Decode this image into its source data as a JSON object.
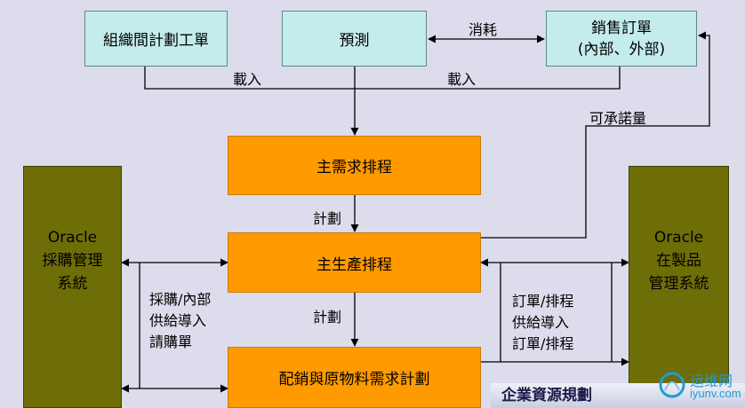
{
  "nodes": {
    "org_work_order": "組織間計劃工單",
    "forecast": "預測",
    "sales_order_line1": "銷售訂單",
    "sales_order_line2": "(內部、外部)",
    "mps": "主需求排程",
    "mpp": "主生產排程",
    "mrp": "配銷與原物料需求計劃",
    "purchasing_lines": [
      "Oracle",
      "採購管理",
      "系統"
    ],
    "wip_lines": [
      "Oracle",
      "在製品",
      "管理系統"
    ]
  },
  "labels": {
    "consume": "消耗",
    "load_left": "載入",
    "load_right": "載入",
    "atp": "可承諾量",
    "plan_1": "計劃",
    "plan_2": "計劃",
    "left_lines": [
      "採購/內部",
      "供給導入",
      "請購單"
    ],
    "right_lines": [
      "訂單/排程",
      "供給導入",
      "訂單/排程"
    ]
  },
  "footer": "企業資源規劃",
  "watermark": {
    "line1": "运维网",
    "line2": "iyunv.com"
  },
  "colors": {
    "background": "#dcdcec",
    "top_box": "#c5ecec",
    "process_box": "#ff9a00",
    "system_box": "#6e6e08",
    "line": "#000000"
  }
}
